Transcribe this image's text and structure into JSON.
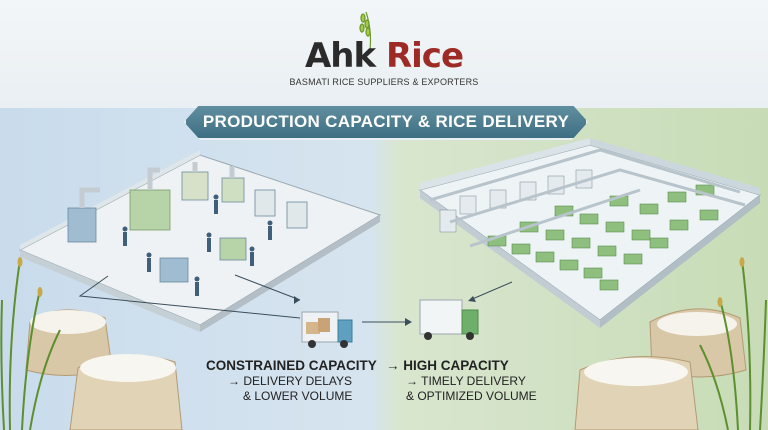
{
  "brand": {
    "name_main": "Ahk",
    "name_accent": "Rice",
    "tagline": "BASMATI RICE SUPPLIERS & EXPORTERS"
  },
  "banner": {
    "title": "PRODUCTION CAPACITY & RICE DELIVERY"
  },
  "left_panel": {
    "title": "CONSTRAINED CAPACITY",
    "line1": "→ DELIVERY DELAYS",
    "line2": "& LOWER VOLUME"
  },
  "right_panel": {
    "title": "→ HIGH CAPACITY",
    "line1": "→ TIMELY DELIVERY",
    "line2": "& OPTIMIZED VOLUME"
  },
  "colors": {
    "left_bg": "#c9dcec",
    "right_bg": "#c7dcb6",
    "banner": "#4a7a8c",
    "accent": "#9e2a25"
  }
}
